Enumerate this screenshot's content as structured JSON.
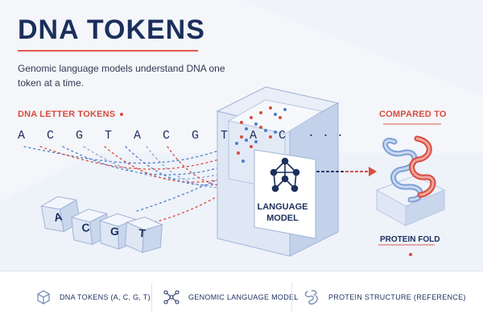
{
  "title": "DNA TOKENS",
  "subtitle": "Genomic language models understand DNA one token at a time.",
  "dna_section": {
    "label": "DNA LETTER TOKENS",
    "sequence": "A C G T A C G T A C ···",
    "cubes": [
      "A",
      "C",
      "G",
      "T"
    ]
  },
  "model": {
    "label": "LANGUAGE MODEL"
  },
  "comparison": {
    "label": "COMPARED TO",
    "protein_label": "PROTEIN FOLD"
  },
  "legend": {
    "items": [
      {
        "icon": "cube-icon",
        "label": "DNA TOKENS (A, C, G, T)"
      },
      {
        "icon": "network-icon",
        "label": "GENOMIC LANGUAGE MODEL"
      },
      {
        "icon": "protein-icon",
        "label": "PROTEIN STRUCTURE (REFERENCE)"
      }
    ]
  },
  "colors": {
    "navy": "#1c2f5c",
    "red": "#d84c3f",
    "blue": "#4d7ec8",
    "cube_face": "#dfe7f5"
  }
}
